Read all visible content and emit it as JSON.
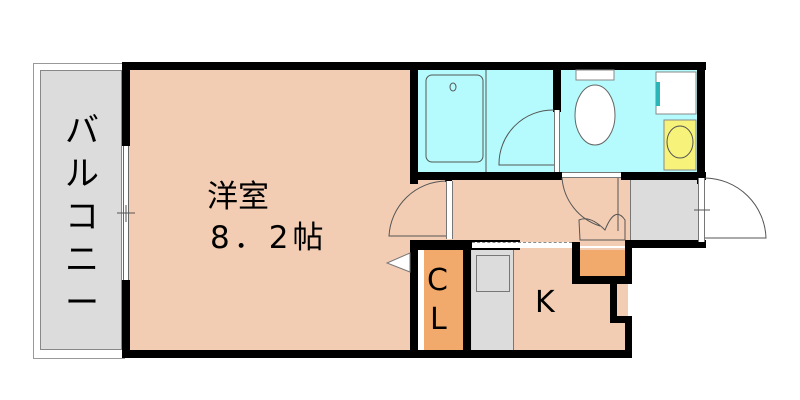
{
  "floorplan": {
    "balcony": {
      "label_chars": [
        "バ",
        "ル",
        "コ",
        "ニ",
        "ー"
      ]
    },
    "western_room": {
      "name": "洋室",
      "size": "8．2帖"
    },
    "closet": {
      "label_c": "C",
      "label_l": "L"
    },
    "kitchen": {
      "label": "K"
    },
    "colors": {
      "floor": "#f3cdb3",
      "wet_area": "#b5fbfd",
      "storage": "#f2aa6c",
      "gray_area": "#dcdcdc",
      "wall": "#000000",
      "washbasin": "#f7f37a"
    }
  }
}
